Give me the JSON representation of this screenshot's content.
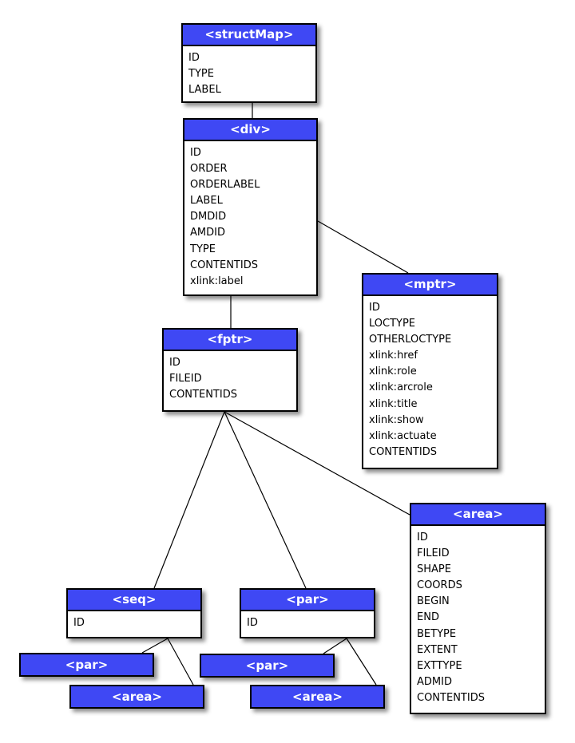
{
  "nodes": {
    "structmap": {
      "title": "<structMap>",
      "attrs": [
        "ID",
        "TYPE",
        "LABEL"
      ]
    },
    "div": {
      "title": "<div>",
      "attrs": [
        "ID",
        "ORDER",
        "ORDERLABEL",
        "LABEL",
        "DMDID",
        "AMDID",
        "TYPE",
        "CONTENTIDS",
        "xlink:label"
      ]
    },
    "mptr": {
      "title": "<mptr>",
      "attrs": [
        "ID",
        "LOCTYPE",
        "OTHERLOCTYPE",
        "xlink:href",
        "xlink:role",
        "xlink:arcrole",
        "xlink:title",
        "xlink:show",
        "xlink:actuate",
        "CONTENTIDS"
      ]
    },
    "fptr": {
      "title": "<fptr>",
      "attrs": [
        "ID",
        "FILEID",
        "CONTENTIDS"
      ]
    },
    "area": {
      "title": "<area>",
      "attrs": [
        "ID",
        "FILEID",
        "SHAPE",
        "COORDS",
        "BEGIN",
        "END",
        "BETYPE",
        "EXTENT",
        "EXTTYPE",
        "ADMID",
        "CONTENTIDS"
      ]
    },
    "seq": {
      "title": "<seq>",
      "attrs": [
        "ID"
      ]
    },
    "par": {
      "title": "<par>",
      "attrs": [
        "ID"
      ]
    }
  },
  "sub_tags": {
    "seq_par": "<par>",
    "seq_area": "<area>",
    "par_par": "<par>",
    "par_area": "<area>"
  }
}
